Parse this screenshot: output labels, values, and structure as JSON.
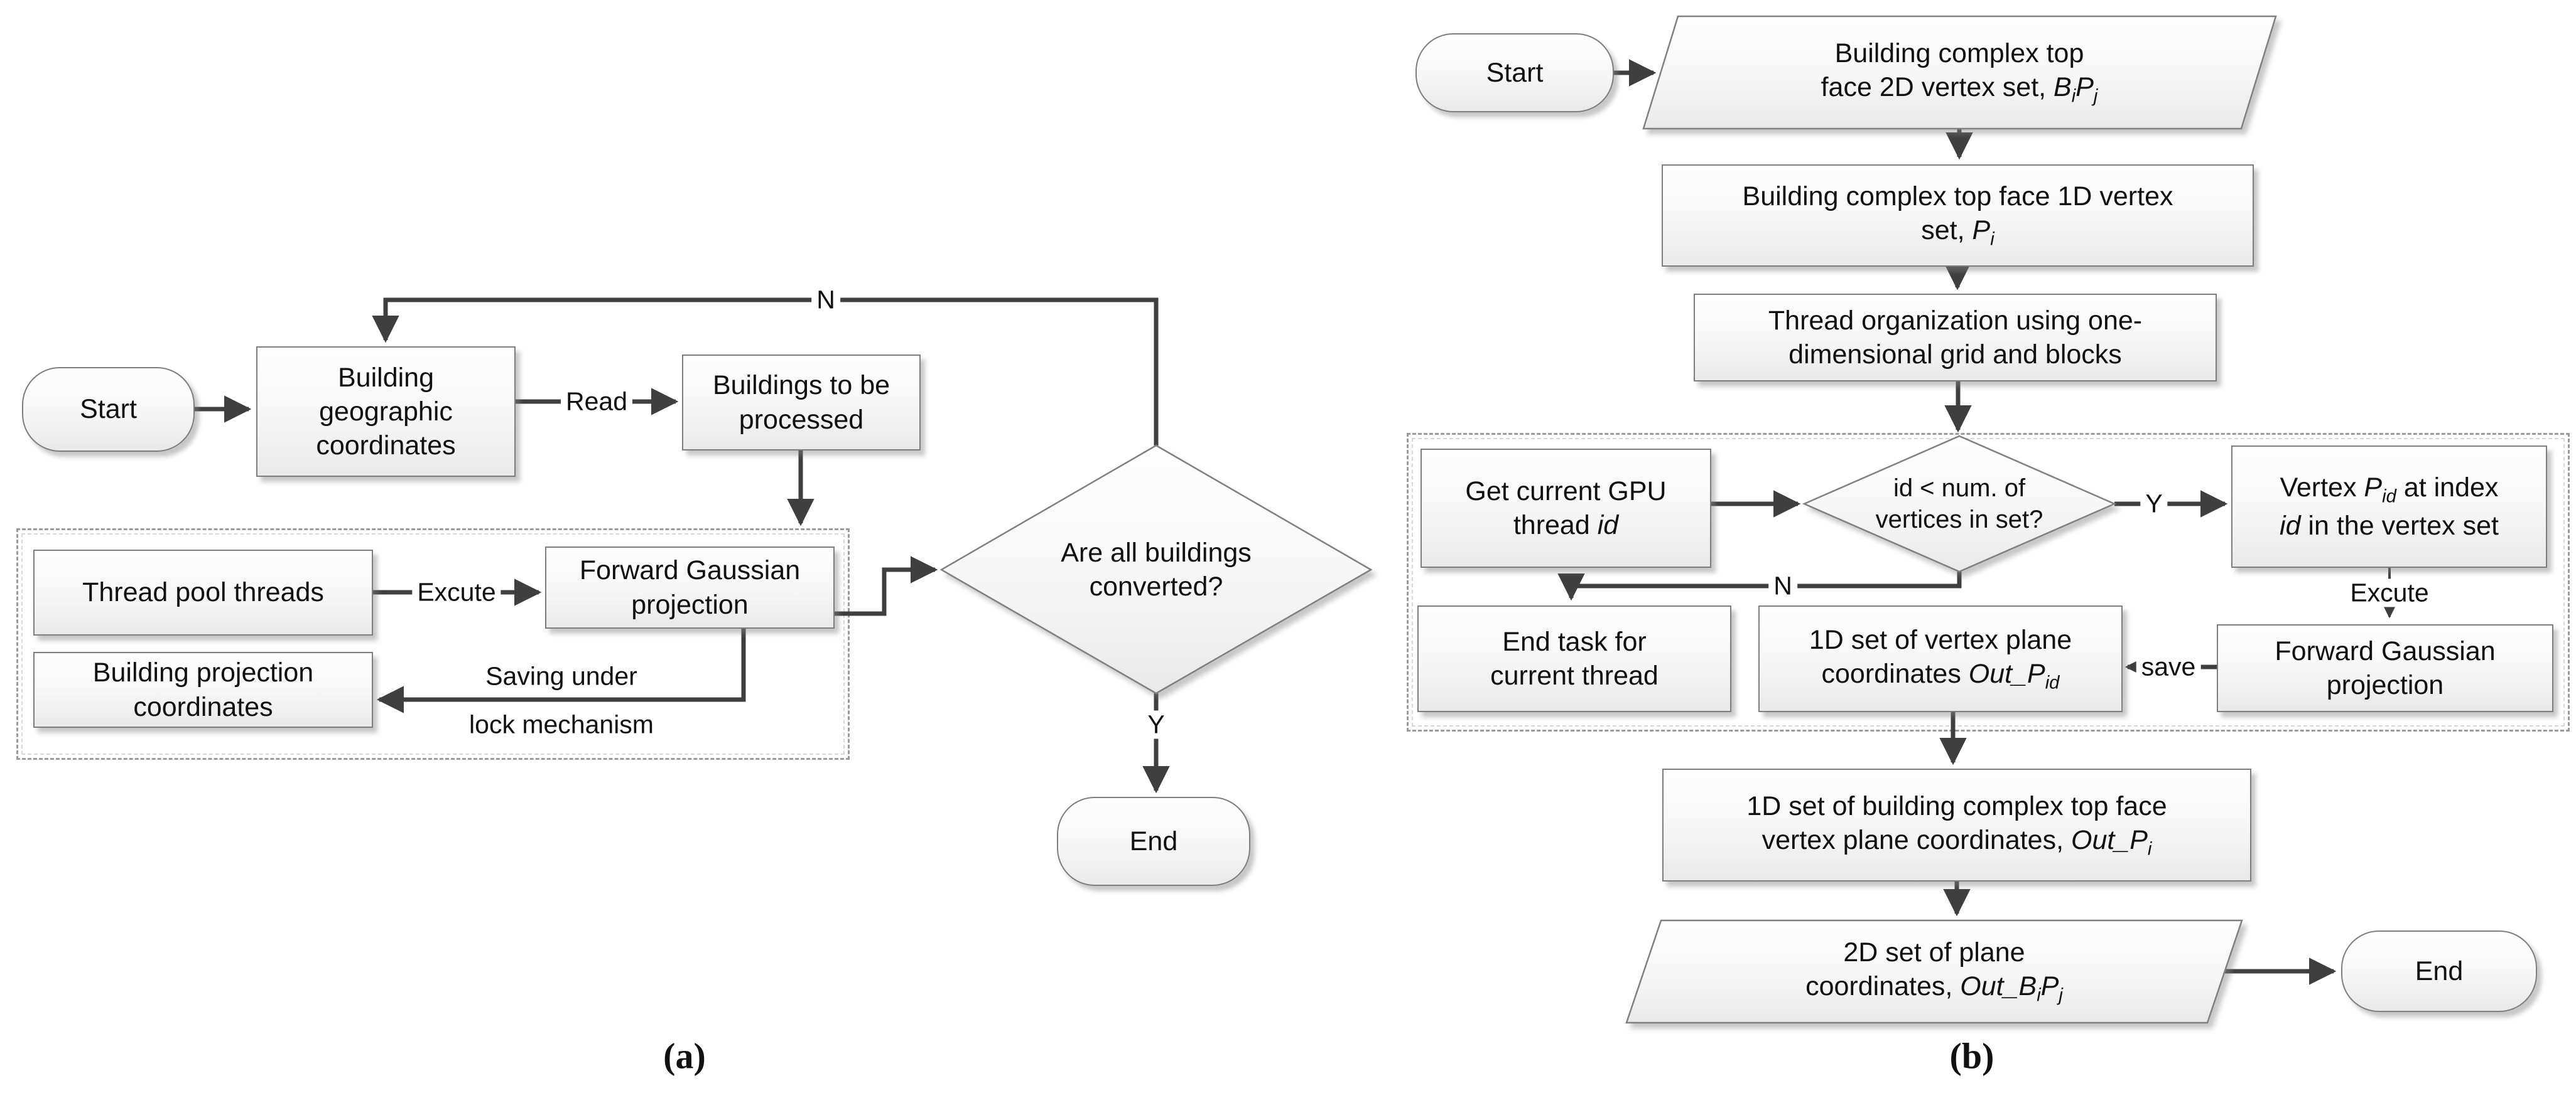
{
  "figure": {
    "caption_a": "(a)",
    "caption_b": "(b)"
  },
  "colors": {
    "line": "#3f3f3f",
    "node_border": "#7d7d7d",
    "node_fill_top": "#fefefe",
    "node_fill_bottom": "#e9e9e9",
    "dashed_border": "#9b9b9b"
  },
  "flowchart_a": {
    "nodes": {
      "start": "Start",
      "geo": "Building<br>geographic<br>coordinates",
      "proc": "Buildings to be<br>processed",
      "thread": "Thread pool threads",
      "fgp": "Forward Gaussian<br>projection",
      "proj": "Building projection<br>coordinates",
      "decision": "Are all buildings<br>converted?",
      "end": "End"
    },
    "edge_labels": {
      "read": "Read",
      "excute": "Excute",
      "saving_line1": "Saving under",
      "saving_line2": "lock mechanism",
      "n": "N",
      "y": "Y"
    }
  },
  "flowchart_b": {
    "nodes": {
      "start": "Start",
      "input2d": "Building complex top<br>face 2D vertex set, <i>B<sub>i</sub>P<sub>j</sub></i>",
      "set1d": "Building complex top face 1D vertex<br>set, <i>P<sub>i</sub></i>",
      "threadorg": "Thread organization using one-<br>dimensional grid and blocks",
      "gpu": "Get current GPU<br>thread <i>id</i>",
      "decision": "id &lt; num. of<br>vertices in set?",
      "vertex": "Vertex <i>P<sub>id</sub></i> at index<br><i>id</i> in the vertex set",
      "fgp": "Forward Gaussian<br>projection",
      "outpid": "1D set of vertex plane<br>coordinates <i>Out_P<sub>id</sub></i>",
      "endtask": "End task for<br>current thread",
      "outpi": "1D set of building complex top face<br>vertex plane coordinates, <i>Out_P<sub>i</sub></i>",
      "outbipj": "2D set of plane<br>coordinates, <i>Out_B<sub>i</sub>P<sub>j</sub></i>",
      "end": "End"
    },
    "edge_labels": {
      "y": "Y",
      "n": "N",
      "excute": "Excute",
      "save": "save"
    }
  }
}
